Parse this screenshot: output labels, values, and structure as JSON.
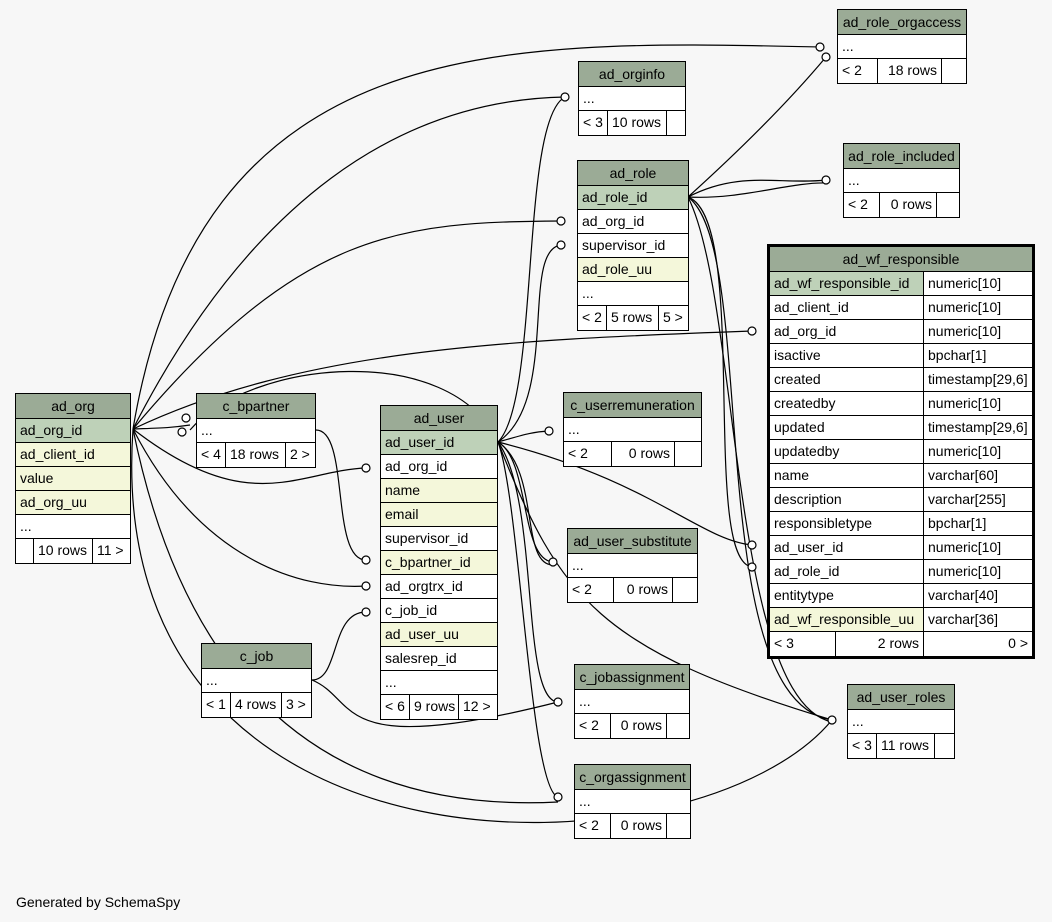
{
  "tables": {
    "ad_org": {
      "name": "ad_org",
      "columns": [
        "ad_org_id",
        "ad_client_id",
        "value",
        "ad_org_uu",
        "..."
      ],
      "footer": [
        "",
        "10 rows",
        "11 >"
      ]
    },
    "c_bpartner": {
      "name": "c_bpartner",
      "columns": [
        "..."
      ],
      "footer": [
        "< 4",
        "18 rows",
        "2 >"
      ]
    },
    "c_job": {
      "name": "c_job",
      "columns": [
        "..."
      ],
      "footer": [
        "< 1",
        "4 rows",
        "3 >"
      ]
    },
    "ad_user": {
      "name": "ad_user",
      "columns": [
        "ad_user_id",
        "ad_org_id",
        "name",
        "email",
        "supervisor_id",
        "c_bpartner_id",
        "ad_orgtrx_id",
        "c_job_id",
        "ad_user_uu",
        "salesrep_id",
        "..."
      ],
      "footer": [
        "< 6",
        "9 rows",
        "12 >"
      ]
    },
    "ad_orginfo": {
      "name": "ad_orginfo",
      "columns": [
        "..."
      ],
      "footer": [
        "< 3",
        "10 rows",
        ""
      ]
    },
    "ad_role": {
      "name": "ad_role",
      "columns": [
        "ad_role_id",
        "ad_org_id",
        "supervisor_id",
        "ad_role_uu",
        "..."
      ],
      "footer": [
        "< 2",
        "5 rows",
        "5 >"
      ]
    },
    "c_userremuneration": {
      "name": "c_userremuneration",
      "columns": [
        "..."
      ],
      "footer": [
        "< 2",
        "0 rows",
        ""
      ]
    },
    "ad_user_substitute": {
      "name": "ad_user_substitute",
      "columns": [
        "..."
      ],
      "footer": [
        "< 2",
        "0 rows",
        ""
      ]
    },
    "c_jobassignment": {
      "name": "c_jobassignment",
      "columns": [
        "..."
      ],
      "footer": [
        "< 2",
        "0 rows",
        ""
      ]
    },
    "c_orgassignment": {
      "name": "c_orgassignment",
      "columns": [
        "..."
      ],
      "footer": [
        "< 2",
        "0 rows",
        ""
      ]
    },
    "ad_role_orgaccess": {
      "name": "ad_role_orgaccess",
      "columns": [
        "..."
      ],
      "footer": [
        "< 2",
        "18 rows",
        ""
      ]
    },
    "ad_role_included": {
      "name": "ad_role_included",
      "columns": [
        "..."
      ],
      "footer": [
        "< 2",
        "0 rows",
        ""
      ]
    },
    "ad_user_roles": {
      "name": "ad_user_roles",
      "columns": [
        "..."
      ],
      "footer": [
        "< 3",
        "11 rows",
        ""
      ]
    },
    "ad_wf_responsible": {
      "name": "ad_wf_responsible",
      "columns": [
        {
          "name": "ad_wf_responsible_id",
          "type": "numeric[10]"
        },
        {
          "name": "ad_client_id",
          "type": "numeric[10]"
        },
        {
          "name": "ad_org_id",
          "type": "numeric[10]"
        },
        {
          "name": "isactive",
          "type": "bpchar[1]"
        },
        {
          "name": "created",
          "type": "timestamp[29,6]"
        },
        {
          "name": "createdby",
          "type": "numeric[10]"
        },
        {
          "name": "updated",
          "type": "timestamp[29,6]"
        },
        {
          "name": "updatedby",
          "type": "numeric[10]"
        },
        {
          "name": "name",
          "type": "varchar[60]"
        },
        {
          "name": "description",
          "type": "varchar[255]"
        },
        {
          "name": "responsibletype",
          "type": "bpchar[1]"
        },
        {
          "name": "ad_user_id",
          "type": "numeric[10]"
        },
        {
          "name": "ad_role_id",
          "type": "numeric[10]"
        },
        {
          "name": "entitytype",
          "type": "varchar[40]"
        },
        {
          "name": "ad_wf_responsible_uu",
          "type": "varchar[36]"
        }
      ],
      "footer": [
        "< 3",
        "2 rows",
        "0 >"
      ]
    }
  },
  "footer_text": "Generated by SchemaSpy",
  "colors": {
    "header": "#9bab96",
    "primary_key": "#bed1b8",
    "indexed": "#f4f7da",
    "background": "#f7f7f7"
  }
}
